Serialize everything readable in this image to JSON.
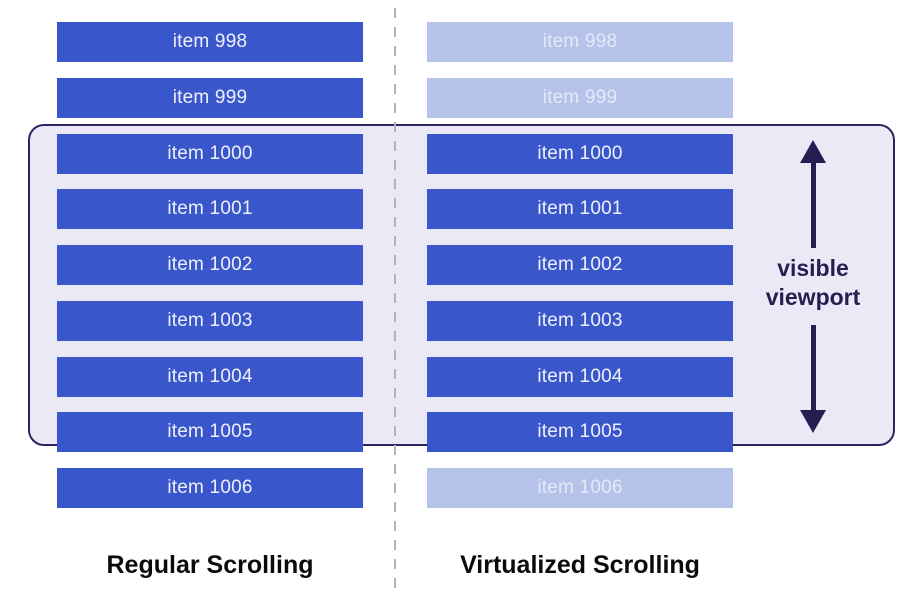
{
  "colors": {
    "background": "#ffffff",
    "bar_solid": "#3a56cb",
    "bar_faded": "#b5c3ea",
    "bar_text": "#eef1fa",
    "bar_text_faded": "#e3e9f7",
    "viewport_fill": "#ece9f7",
    "viewport_border": "#2d2563",
    "arrow": "#251f51",
    "divider": "#b2b2ba",
    "caption_text": "#0b0b0b"
  },
  "left_column": {
    "caption": "Regular Scrolling",
    "items": [
      {
        "label": "item 998",
        "faded": false
      },
      {
        "label": "item 999",
        "faded": false
      },
      {
        "label": "item 1000",
        "faded": false
      },
      {
        "label": "item 1001",
        "faded": false
      },
      {
        "label": "item 1002",
        "faded": false
      },
      {
        "label": "item 1003",
        "faded": false
      },
      {
        "label": "item 1004",
        "faded": false
      },
      {
        "label": "item 1005",
        "faded": false
      },
      {
        "label": "item 1006",
        "faded": false
      }
    ]
  },
  "right_column": {
    "caption": "Virtualized Scrolling",
    "items": [
      {
        "label": "item 998",
        "faded": true
      },
      {
        "label": "item 999",
        "faded": true
      },
      {
        "label": "item 1000",
        "faded": false
      },
      {
        "label": "item 1001",
        "faded": false
      },
      {
        "label": "item 1002",
        "faded": false
      },
      {
        "label": "item 1003",
        "faded": false
      },
      {
        "label": "item 1004",
        "faded": false
      },
      {
        "label": "item 1005",
        "faded": false
      },
      {
        "label": "item 1006",
        "faded": true
      }
    ]
  },
  "viewport_label": {
    "line1": "visible",
    "line2": "viewport"
  }
}
